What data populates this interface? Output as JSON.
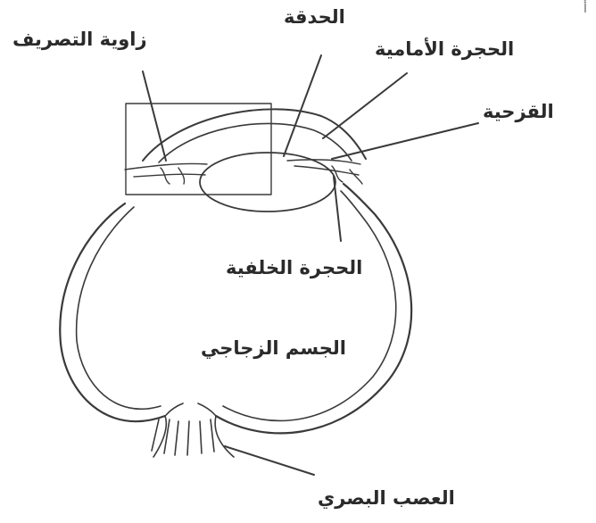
{
  "labels": {
    "drainage_angle": "زاوية التصريف",
    "pupil": "الحدقة",
    "anterior_chamber": "الحجرة الأمامية",
    "iris": "القزحية",
    "posterior_chamber": "الحجرة الخلفية",
    "vitreous_body": "الجسم الزجاجي",
    "optic_nerve": "العصب البصري"
  },
  "corner_mark": "أ",
  "colors": {
    "line": "#3a3a3a",
    "text": "#2a2a2a",
    "background": "#ffffff"
  }
}
